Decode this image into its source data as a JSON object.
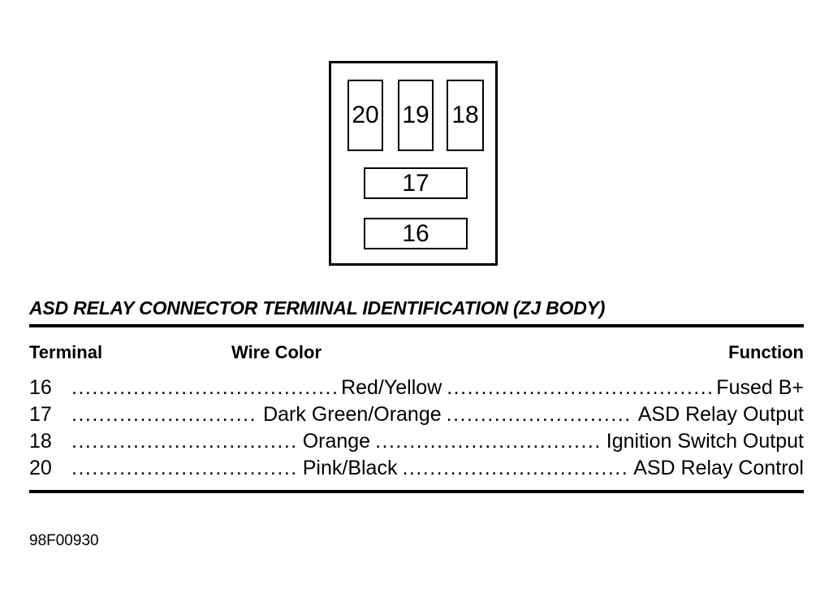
{
  "figure": {
    "name": "asd-relay-connector",
    "cells": [
      {
        "id": "20",
        "label": "20"
      },
      {
        "id": "19",
        "label": "19"
      },
      {
        "id": "18",
        "label": "18"
      },
      {
        "id": "17",
        "label": "17"
      },
      {
        "id": "16",
        "label": "16"
      }
    ]
  },
  "table": {
    "title": "ASD RELAY CONNECTOR TERMINAL IDENTIFICATION (ZJ BODY)",
    "headers": {
      "terminal": "Terminal",
      "wire_color": "Wire Color",
      "function": "Function"
    },
    "leader_dots": "..........................................................................................",
    "rows": [
      {
        "terminal": "16",
        "wire_color": "Red/Yellow",
        "function": "Fused B+"
      },
      {
        "terminal": "17",
        "wire_color": "Dark Green/Orange",
        "function": "ASD Relay Output"
      },
      {
        "terminal": "18",
        "wire_color": "Orange",
        "function": "Ignition Switch Output"
      },
      {
        "terminal": "20",
        "wire_color": "Pink/Black",
        "function": "ASD Relay Control"
      }
    ]
  },
  "caption": "98F00930"
}
